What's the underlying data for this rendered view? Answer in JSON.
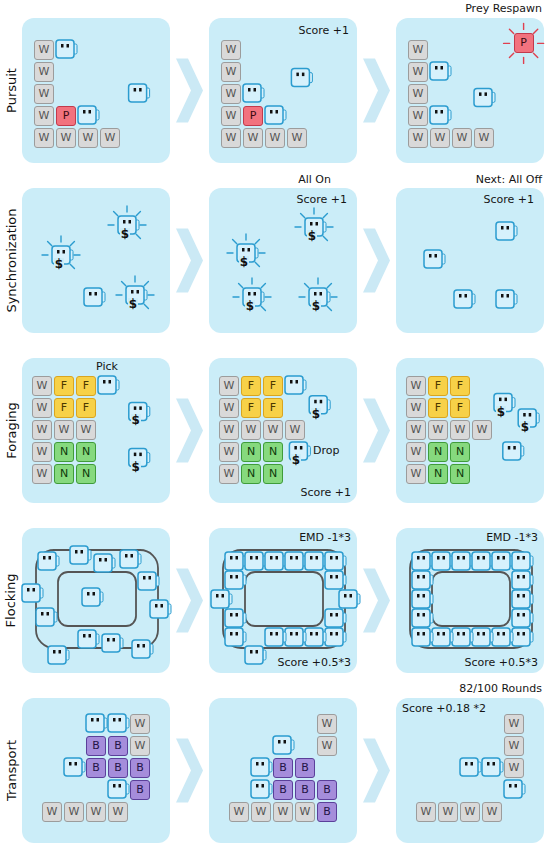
{
  "diagram": {
    "nodes": [
      {
        "text": []
      },
      {
        "text": [
          "W"
        ],
        "in": 0
      },
      {
        "text": [
          "W"
        ],
        "in": 0
      },
      {
        "text": [
          "W"
        ],
        "in": 0
      },
      {
        "text": [
          "W"
        ],
        "in": 0
      },
      {
        "text": [
          "P"
        ],
        "in": 0
      },
      {
        "text": [
          "W"
        ],
        "in": 0
      },
      {
        "text": [
          "W"
        ],
        "in": 0
      },
      {
        "text": [
          "W"
        ],
        "in": 0
      },
      {
        "text": [
          "W"
        ],
        "in": 0
      },
      {
        "text": [
          "Score +1"
        ]
      },
      {
        "text": [
          "W"
        ],
        "in": 10
      },
      {
        "text": [
          "W"
        ],
        "in": 10
      },
      {
        "text": [
          "W"
        ],
        "in": 10
      },
      {
        "text": [
          "W"
        ],
        "in": 10
      },
      {
        "text": [
          "P"
        ],
        "in": 10
      },
      {
        "text": [
          "W"
        ],
        "in": 10
      },
      {
        "text": [
          "W"
        ],
        "in": 10
      },
      {
        "text": [
          "W"
        ],
        "in": 10
      },
      {
        "text": [
          "W"
        ],
        "in": 10
      },
      {
        "text": [
          "Prey Respawn"
        ]
      },
      {
        "text": [
          "W"
        ],
        "in": 20
      },
      {
        "text": [
          "P"
        ],
        "in": 20
      },
      {
        "text": [
          "W"
        ],
        "in": 20
      },
      {
        "text": [
          "W"
        ],
        "in": 20
      },
      {
        "text": [
          "W"
        ],
        "in": 20
      },
      {
        "text": [
          "W"
        ],
        "in": 20
      },
      {
        "text": [
          "W"
        ],
        "in": 20
      },
      {
        "text": [
          "W"
        ],
        "in": 20
      },
      {
        "text": [
          "W"
        ],
        "in": 20
      },
      {
        "text": [
          "$",
          "$",
          "$"
        ]
      },
      {
        "text": [
          "All On",
          "Score +1",
          "$",
          "$",
          "$",
          "$"
        ]
      },
      {
        "text": [
          "Next: All Off",
          "Score +1"
        ]
      },
      {
        "text": [
          "Pick",
          "$",
          "$"
        ]
      },
      {
        "text": [
          "W"
        ],
        "in": 33
      },
      {
        "text": [
          "F"
        ],
        "in": 33
      },
      {
        "text": [
          "F"
        ],
        "in": 33
      },
      {
        "text": [
          "W"
        ],
        "in": 33
      },
      {
        "text": [
          "F"
        ],
        "in": 33
      },
      {
        "text": [
          "F"
        ],
        "in": 33
      },
      {
        "text": [
          "W"
        ],
        "in": 33
      },
      {
        "text": [
          "W"
        ],
        "in": 33
      },
      {
        "text": [
          "W"
        ],
        "in": 33
      },
      {
        "text": [
          "W"
        ],
        "in": 33
      },
      {
        "text": [
          "N"
        ],
        "in": 33
      },
      {
        "text": [
          "N"
        ],
        "in": 33
      },
      {
        "text": [
          "W"
        ],
        "in": 33
      },
      {
        "text": [
          "N"
        ],
        "in": 33
      },
      {
        "text": [
          "N"
        ],
        "in": 33
      },
      {
        "text": [
          "$",
          "$",
          "Drop",
          "Score +1"
        ]
      },
      {
        "text": [
          "W"
        ],
        "in": 49
      },
      {
        "text": [
          "F"
        ],
        "in": 49
      },
      {
        "text": [
          "F"
        ],
        "in": 49
      },
      {
        "text": [
          "W"
        ],
        "in": 49
      },
      {
        "text": [
          "F"
        ],
        "in": 49
      },
      {
        "text": [
          "F"
        ],
        "in": 49
      },
      {
        "text": [
          "W"
        ],
        "in": 49
      },
      {
        "text": [
          "W"
        ],
        "in": 49
      },
      {
        "text": [
          "W"
        ],
        "in": 49
      },
      {
        "text": [
          "W"
        ],
        "in": 49
      },
      {
        "text": [
          "W"
        ],
        "in": 49
      },
      {
        "text": [
          "N"
        ],
        "in": 49
      },
      {
        "text": [
          "N"
        ],
        "in": 49
      },
      {
        "text": [
          "W"
        ],
        "in": 49
      },
      {
        "text": [
          "N"
        ],
        "in": 49
      },
      {
        "text": [
          "N"
        ],
        "in": 49
      },
      {
        "text": [
          "$",
          "$"
        ]
      },
      {
        "text": [
          "W"
        ],
        "in": 66
      },
      {
        "text": [
          "F"
        ],
        "in": 66
      },
      {
        "text": [
          "F"
        ],
        "in": 66
      },
      {
        "text": [
          "W"
        ],
        "in": 66
      },
      {
        "text": [
          "F"
        ],
        "in": 66
      },
      {
        "text": [
          "F"
        ],
        "in": 66
      },
      {
        "text": [
          "W"
        ],
        "in": 66
      },
      {
        "text": [
          "W"
        ],
        "in": 66
      },
      {
        "text": [
          "W"
        ],
        "in": 66
      },
      {
        "text": [
          "W"
        ],
        "in": 66
      },
      {
        "text": [
          "W"
        ],
        "in": 66
      },
      {
        "text": [
          "N"
        ],
        "in": 66
      },
      {
        "text": [
          "N"
        ],
        "in": 66
      },
      {
        "text": [
          "W"
        ],
        "in": 66
      },
      {
        "text": [
          "N"
        ],
        "in": 66
      },
      {
        "text": [
          "N"
        ],
        "in": 66
      },
      {
        "text": []
      },
      {
        "text": [
          "EMD -1*3",
          "Score +0.5*3"
        ]
      },
      {
        "text": [
          "EMD -1*3",
          "Score +0.5*3"
        ]
      },
      {
        "text": []
      },
      {
        "text": [
          "W"
        ],
        "in": 86
      },
      {
        "text": [
          "B"
        ],
        "in": 86
      },
      {
        "text": [
          "B"
        ],
        "in": 86
      },
      {
        "text": [
          "W"
        ],
        "in": 86
      },
      {
        "text": [
          "B"
        ],
        "in": 86
      },
      {
        "text": [
          "B"
        ],
        "in": 86
      },
      {
        "text": [
          "B"
        ],
        "in": 86
      },
      {
        "text": [
          "B"
        ],
        "in": 86
      },
      {
        "text": [
          "W"
        ],
        "in": 86
      },
      {
        "text": [
          "W"
        ],
        "in": 86
      },
      {
        "text": [
          "W"
        ],
        "in": 86
      },
      {
        "text": [
          "W"
        ],
        "in": 86
      },
      {
        "text": []
      },
      {
        "text": [
          "W"
        ],
        "in": 99
      },
      {
        "text": [
          "W"
        ],
        "in": 99
      },
      {
        "text": [
          "B"
        ],
        "in": 99
      },
      {
        "text": [
          "B"
        ],
        "in": 99
      },
      {
        "text": [
          "B"
        ],
        "in": 99
      },
      {
        "text": [
          "B"
        ],
        "in": 99
      },
      {
        "text": [
          "B"
        ],
        "in": 99
      },
      {
        "text": [
          "W"
        ],
        "in": 99
      },
      {
        "text": [
          "W"
        ],
        "in": 99
      },
      {
        "text": [
          "W"
        ],
        "in": 99
      },
      {
        "text": [
          "W"
        ],
        "in": 99
      },
      {
        "text": [
          "B"
        ],
        "in": 99
      },
      {
        "text": [
          "82/100 Rounds",
          "Score +0.18 *2"
        ]
      },
      {
        "text": [
          "W"
        ],
        "in": 112
      },
      {
        "text": [
          "W"
        ],
        "in": 112
      },
      {
        "text": [
          "W"
        ],
        "in": 112
      },
      {
        "text": [
          "W"
        ],
        "in": 112
      },
      {
        "text": [
          "W"
        ],
        "in": 112
      },
      {
        "text": [
          "W"
        ],
        "in": 112
      },
      {
        "text": [
          "W"
        ],
        "in": 112
      }
    ],
    "edges": [
      {
        "from": 0,
        "to": 10,
        "arrow": "to"
      },
      {
        "from": 10,
        "to": 20,
        "arrow": "to"
      },
      {
        "from": 30,
        "to": 31,
        "arrow": "to"
      },
      {
        "from": 31,
        "to": 32,
        "arrow": "to"
      },
      {
        "from": 33,
        "to": 49,
        "arrow": "to"
      },
      {
        "from": 49,
        "to": 66,
        "arrow": "to"
      },
      {
        "from": 83,
        "to": 84,
        "arrow": "to"
      },
      {
        "from": 84,
        "to": 85,
        "arrow": "to"
      },
      {
        "from": 86,
        "to": 99,
        "arrow": "to"
      },
      {
        "from": 99,
        "to": 112,
        "arrow": "to"
      }
    ],
    "labels": [
      "Pursuit",
      "Synchronization",
      "Foraging",
      "Flocking",
      "Transport"
    ]
  }
}
